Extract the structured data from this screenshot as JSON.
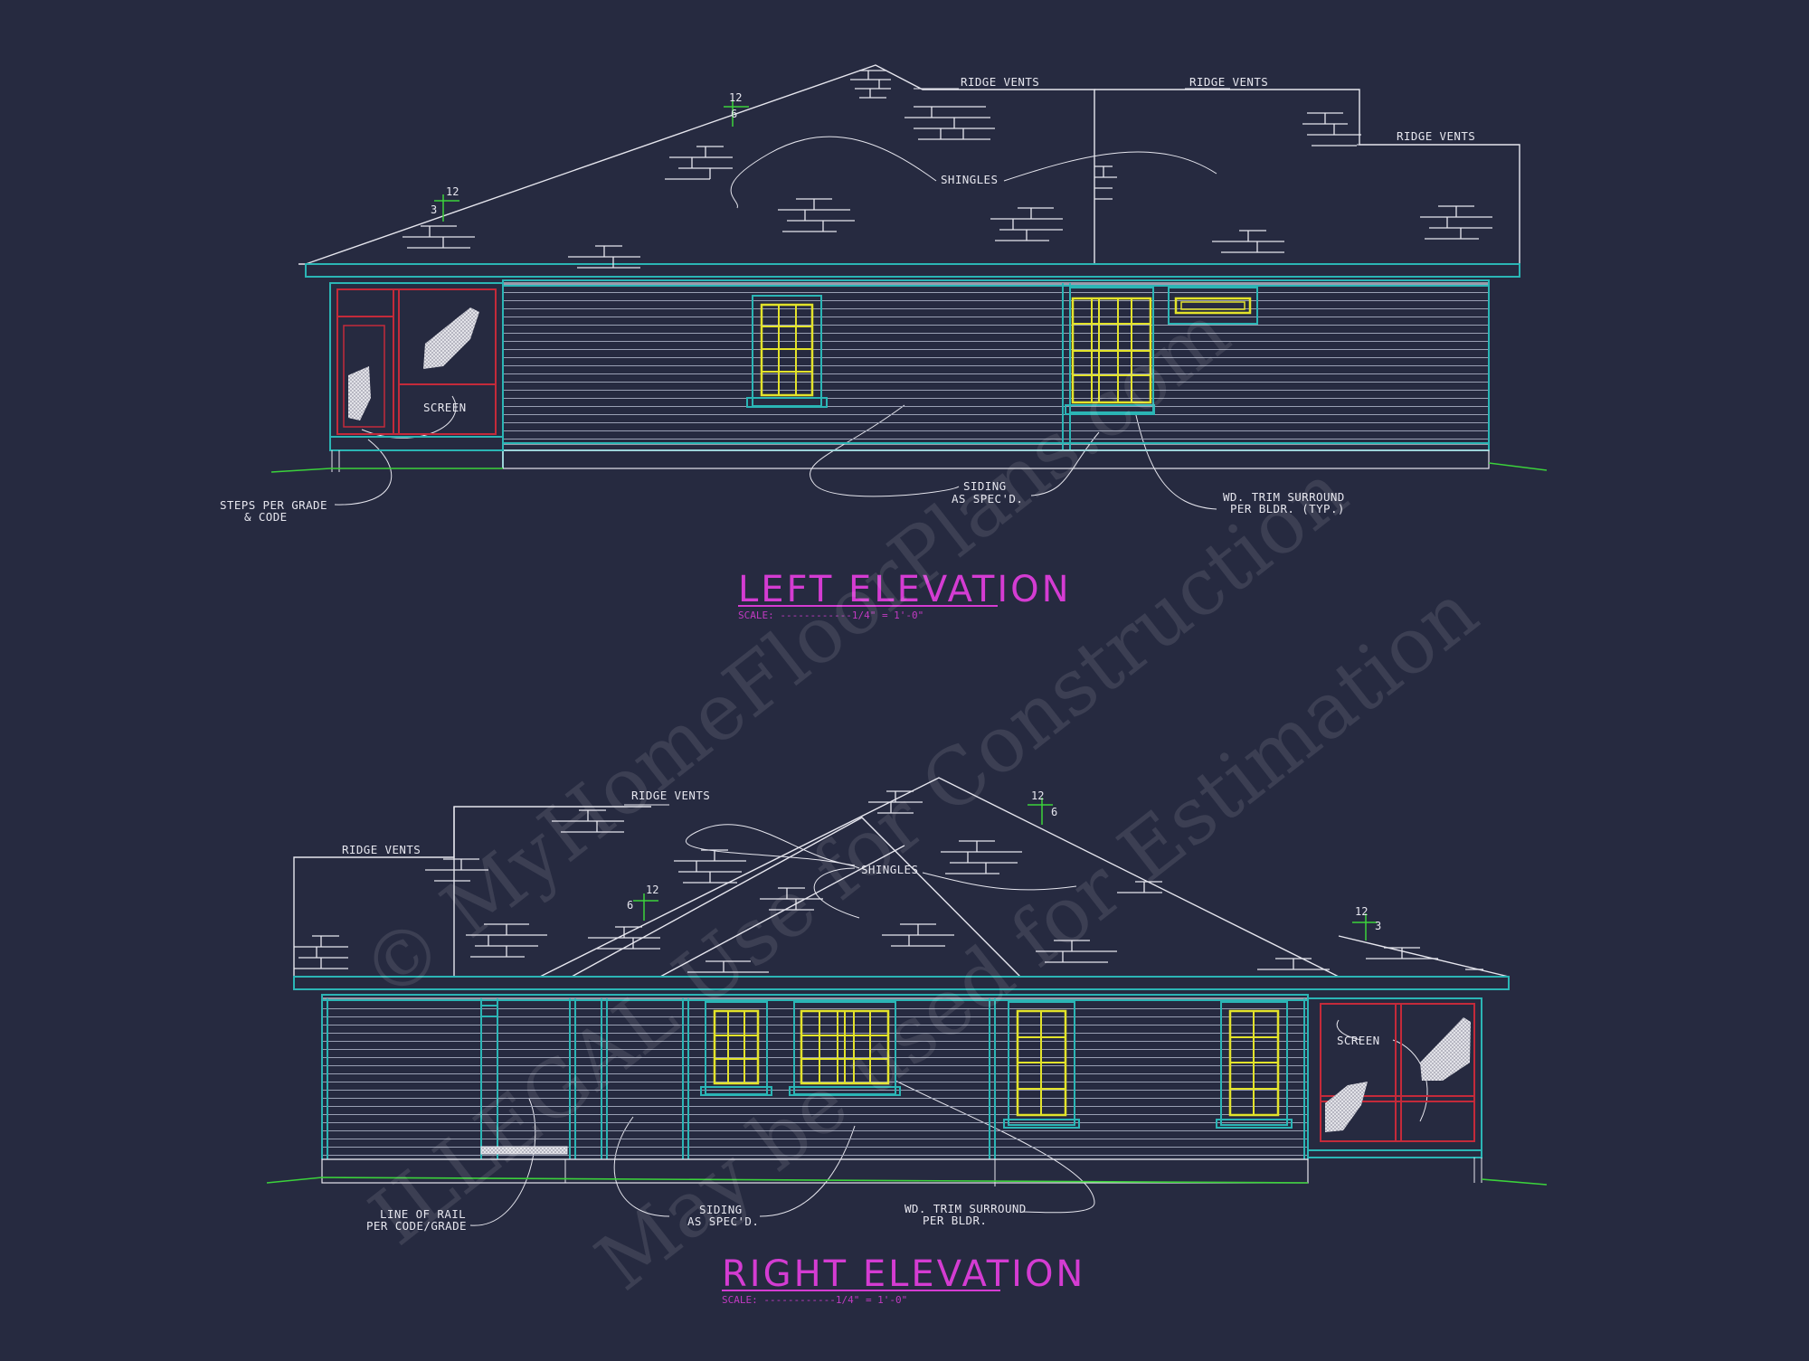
{
  "left_elevation": {
    "title": "LEFT ELEVATION",
    "scale": "SCALE: ------------1/4\" = 1'-0\"",
    "labels": {
      "ridge_vents_1": "RIDGE VENTS",
      "ridge_vents_2": "RIDGE VENTS",
      "ridge_vents_3": "RIDGE VENTS",
      "shingles": "SHINGLES",
      "screen": "SCREEN",
      "steps_1": "STEPS PER GRADE",
      "steps_2": "& CODE",
      "siding_1": "SIDING",
      "siding_2": "AS SPEC'D.",
      "trim_1": "WD. TRIM SURROUND",
      "trim_2": "PER BLDR. (TYP.)"
    },
    "pitches": [
      {
        "rise": "6",
        "run": "12"
      },
      {
        "rise": "3",
        "run": "12"
      }
    ]
  },
  "right_elevation": {
    "title": "RIGHT ELEVATION",
    "scale": "SCALE: ------------1/4\" = 1'-0\"",
    "labels": {
      "ridge_vents_1": "RIDGE VENTS",
      "ridge_vents_2": "RIDGE VENTS",
      "shingles": "SHINGLES",
      "screen": "SCREEN",
      "rail_1": "LINE OF RAIL",
      "rail_2": "PER CODE/GRADE",
      "siding_1": "SIDING",
      "siding_2": "AS SPEC'D.",
      "trim_1": "WD. TRIM SURROUND",
      "trim_2": "PER BLDR."
    },
    "pitches": [
      {
        "rise": "6",
        "run": "12"
      },
      {
        "rise": "6",
        "run": "12"
      },
      {
        "rise": "3",
        "run": "12"
      }
    ]
  },
  "watermark": {
    "line1": "© MyHomeFloorPlans.com",
    "line2": "ILLEGAL Use for Construction",
    "line3": "May be used for Estimation"
  },
  "colors": {
    "background": "#262a40",
    "linework": "#e6e6ee",
    "trim": "#2bb5b5",
    "window": "#e3e32a",
    "screen_frame": "#c42a3a",
    "grade": "#3bd23b",
    "title": "#d43cd2"
  }
}
